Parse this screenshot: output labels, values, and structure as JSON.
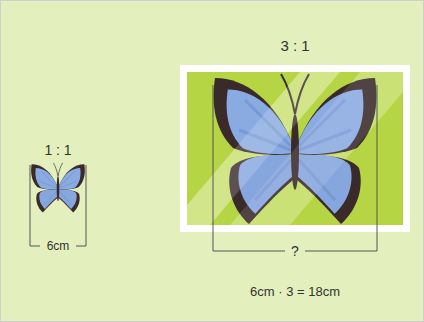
{
  "diagram": {
    "labels": [
      "1 : 1",
      "6cm",
      "3 : 1",
      "?",
      "6cm · 3 = 18cm"
    ]
  }
}
